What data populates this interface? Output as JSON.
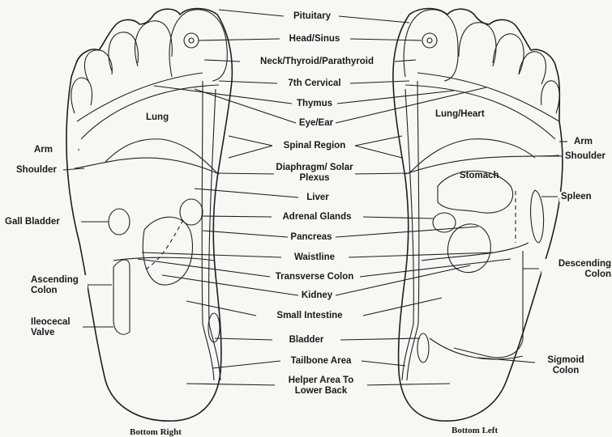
{
  "labels": {
    "pituitary": "Pituitary",
    "head_sinus": "Head/Sinus",
    "neck_thyroid": "Neck/Thyroid/Parathyroid",
    "cervical": "7th Cervical",
    "thymus": "Thymus",
    "eye_ear": "Eye/Ear",
    "spinal": "Spinal Region",
    "diaphragm": "Diaphragm/ Solar Plexus",
    "liver": "Liver",
    "adrenal": "Adrenal Glands",
    "pancreas": "Pancreas",
    "waistline": "Waistline",
    "transverse_colon": "Transverse Colon",
    "kidney": "Kidney",
    "small_intestine": "Small Intestine",
    "bladder": "Bladder",
    "tailbone": "Tailbone Area",
    "helper": "Helper Area To Lower Back",
    "lung": "Lung",
    "lung_heart": "Lung/Heart",
    "stomach": "Stomach",
    "arm_right": "Arm",
    "shoulder_right": "Shoulder",
    "gall_bladder": "Gall Bladder",
    "ascending_colon": "Ascending Colon",
    "ileocecal": "Ileocecal Valve",
    "arm_left": "Arm",
    "shoulder_left": "Shoulder",
    "spleen": "Spleen",
    "descending_colon": "Descending Colon",
    "sigmoid_colon": "Sigmoid Colon"
  },
  "captions": {
    "bottom_right": "Bottom Right",
    "bottom_left": "Bottom Left"
  }
}
